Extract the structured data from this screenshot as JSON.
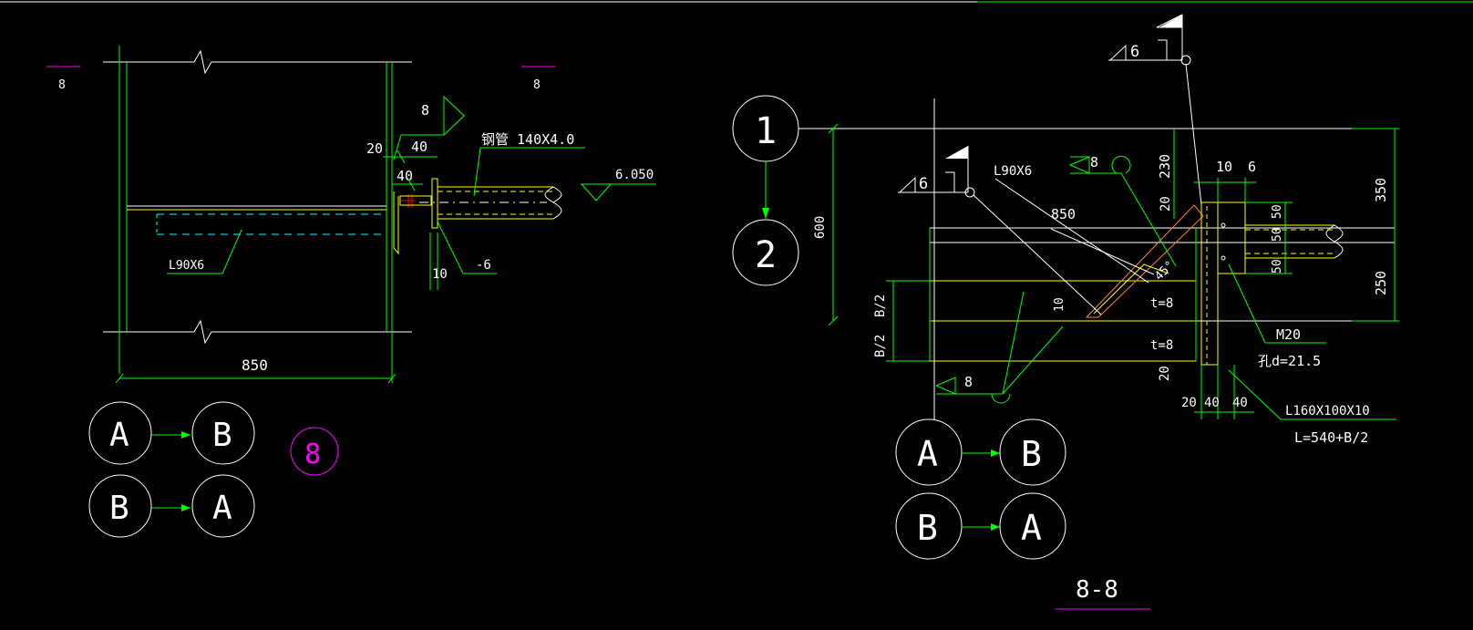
{
  "colors": {
    "background": "#000000",
    "line_green": "#00ff00",
    "line_white": "#ffffff",
    "line_yellow": "#ffff00",
    "line_cyan": "#00ffff",
    "line_magenta": "#ff00ff",
    "line_red": "#ff0000",
    "line_orange": "#ff8040"
  },
  "left_view": {
    "section_mark_left": "8",
    "section_mark_right": "8",
    "dim_20": "20",
    "dim_40_top": "40",
    "dim_40": "40",
    "weld_size": "8",
    "pipe_label": "钢管 140X4.0",
    "elevation": "6.050",
    "dim_10": "10",
    "plate_label": "-6",
    "angle_label": "L90X6",
    "dim_850": "850",
    "detail_number": "8"
  },
  "left_axes": [
    {
      "from": "A",
      "to": "B"
    },
    {
      "from": "B",
      "to": "A"
    }
  ],
  "right_view": {
    "grid_1": "1",
    "grid_2": "2",
    "weld_top": "6",
    "weld_mid": "6",
    "weld_8_top": "8",
    "weld_8_bottom": "8",
    "angle_label": "L90X6",
    "dim_850": "850",
    "dim_600": "600",
    "dim_230": "230",
    "dim_20_top": "20",
    "dim_10": "10",
    "dim_6": "6",
    "dim_50_a": "50",
    "dim_50_b": "50",
    "dim_50_c": "50",
    "dim_350": "350",
    "dim_250": "250",
    "angle_deg": "45°",
    "t8_top": "t=8",
    "t8_bottom": "t=8",
    "dim_10_diag": "10",
    "bh2_top": "B/2",
    "bh2_bottom": "B/2",
    "bolt": "M20",
    "hole": "孔d=21.5",
    "dim_20_bottom": "20",
    "dim_20_b": "20",
    "dim_40_a": "40",
    "dim_40_b": "40",
    "angle_big": "L160X100X10",
    "length": "L=540+B/2",
    "section_title": "8-8"
  },
  "right_axes": [
    {
      "from": "A",
      "to": "B"
    },
    {
      "from": "B",
      "to": "A"
    }
  ]
}
